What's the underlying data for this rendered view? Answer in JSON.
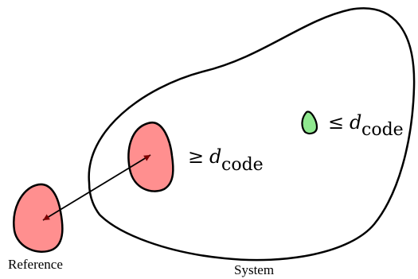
{
  "diagram": {
    "labels": {
      "reference": "Reference",
      "system": "System"
    },
    "annotations": {
      "far_symbol": "≥",
      "near_symbol": "≤",
      "distance_var": "d",
      "distance_sub": "code"
    },
    "colors": {
      "region_fill": "#ff8f8f",
      "target_fill": "#8fe88f",
      "stroke": "#000000",
      "arrow": "#000000",
      "arrowhead": "#7a0000"
    }
  }
}
